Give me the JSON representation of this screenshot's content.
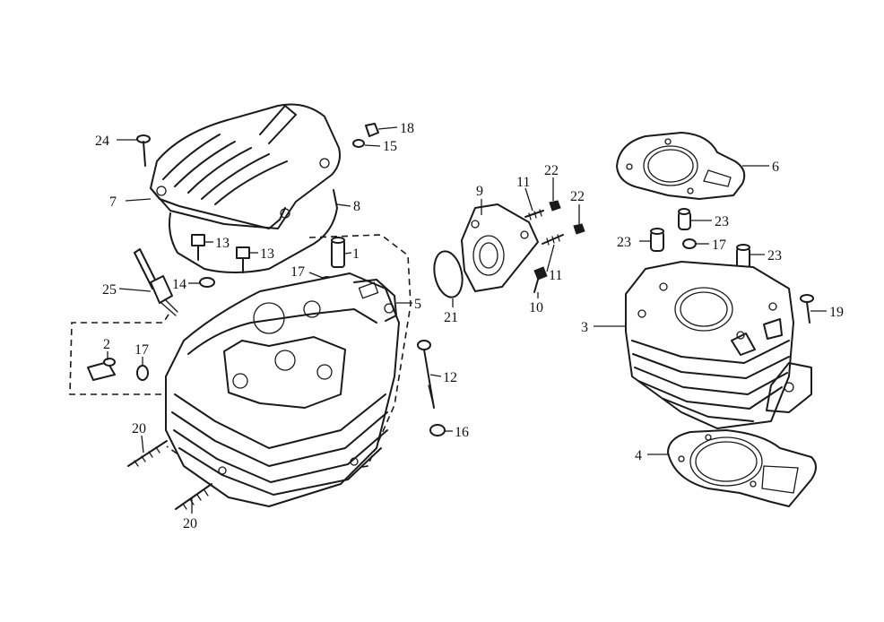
{
  "callouts": [
    "24",
    "18",
    "15",
    "7",
    "8",
    "13",
    "13",
    "1",
    "17",
    "14",
    "25",
    "5",
    "2",
    "17",
    "12",
    "16",
    "20",
    "20",
    "9",
    "21",
    "11",
    "22",
    "22",
    "11",
    "10",
    "6",
    "23",
    "23",
    "17",
    "23",
    "19",
    "3",
    "4"
  ]
}
